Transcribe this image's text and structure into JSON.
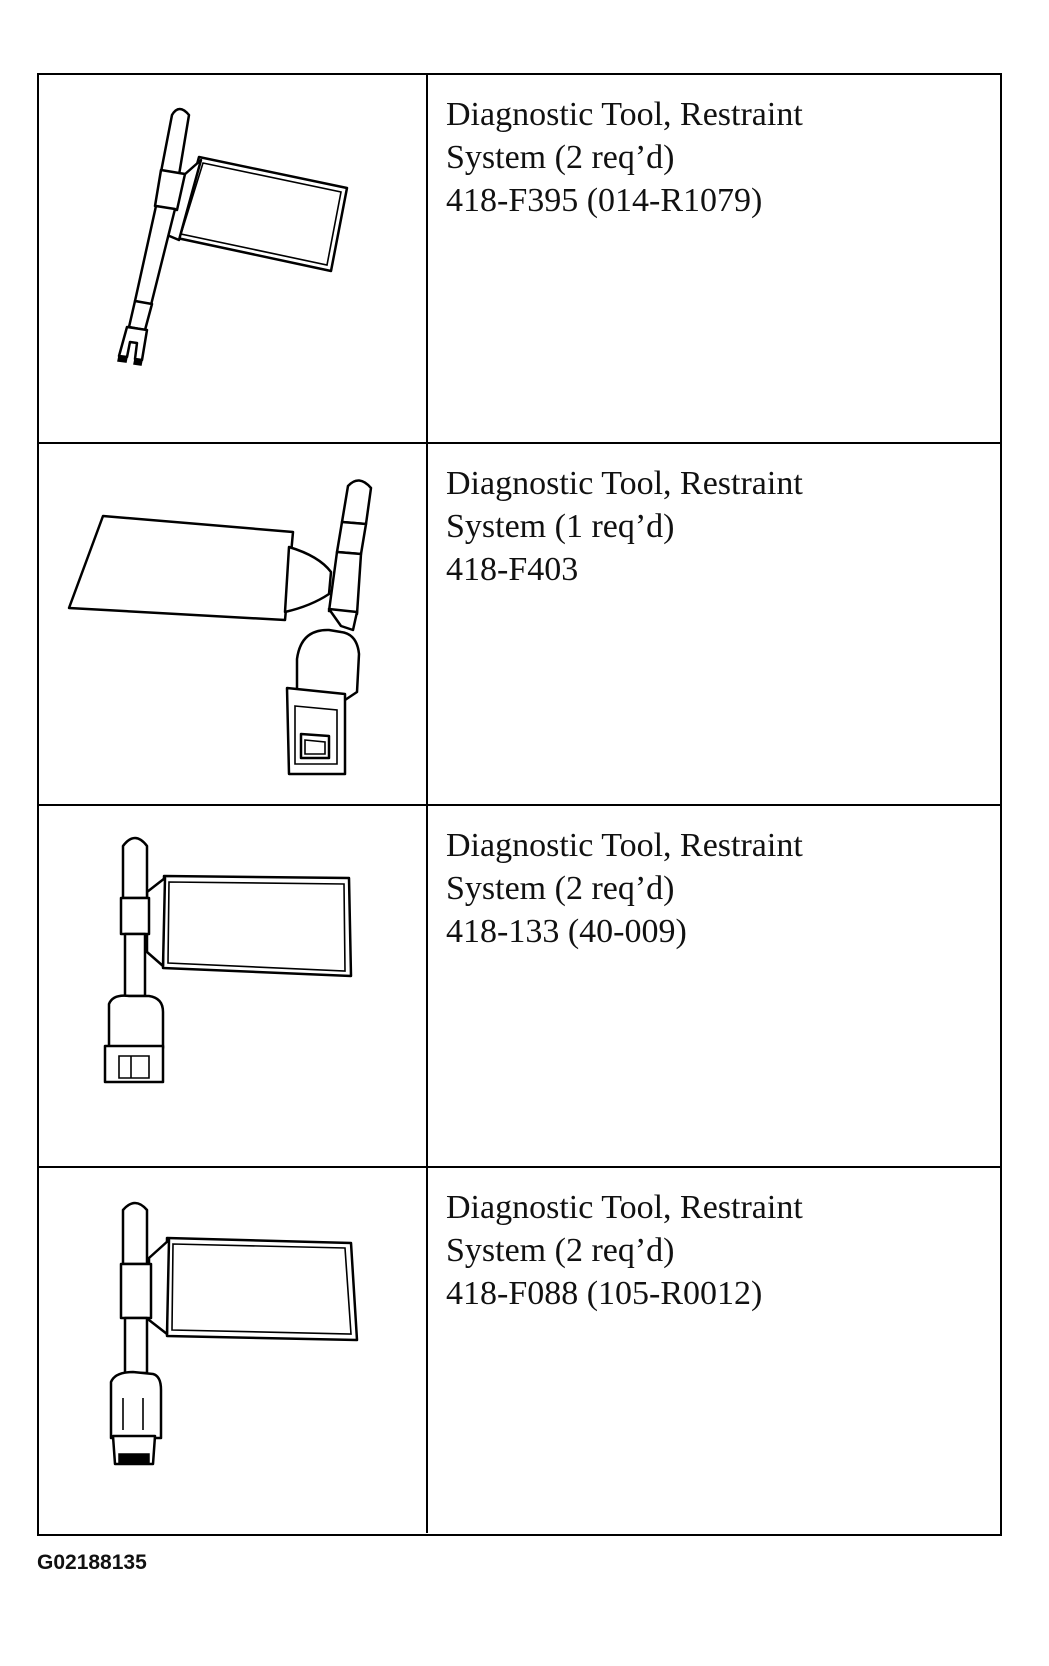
{
  "tools": [
    {
      "name_line1": "Diagnostic Tool, Restraint",
      "name_line2": "System (2 req’d)",
      "part_number": "418-F395 (014-R1079)",
      "icon": "diagnostic-tool-flag-fork-tip-icon"
    },
    {
      "name_line1": "Diagnostic Tool, Restraint",
      "name_line2": "System (1 req’d)",
      "part_number": "418-F403",
      "icon": "diagnostic-tool-connector-icon"
    },
    {
      "name_line1": "Diagnostic Tool, Restraint",
      "name_line2": "System (2 req’d)",
      "part_number": "418-133 (40-009)",
      "icon": "diagnostic-tool-flag-connector-icon"
    },
    {
      "name_line1": "Diagnostic Tool, Restraint",
      "name_line2": "System (2 req’d)",
      "part_number": "418-F088 (105-R0012)",
      "icon": "diagnostic-tool-flag-plug-icon"
    }
  ],
  "figure_id": "G02188135"
}
